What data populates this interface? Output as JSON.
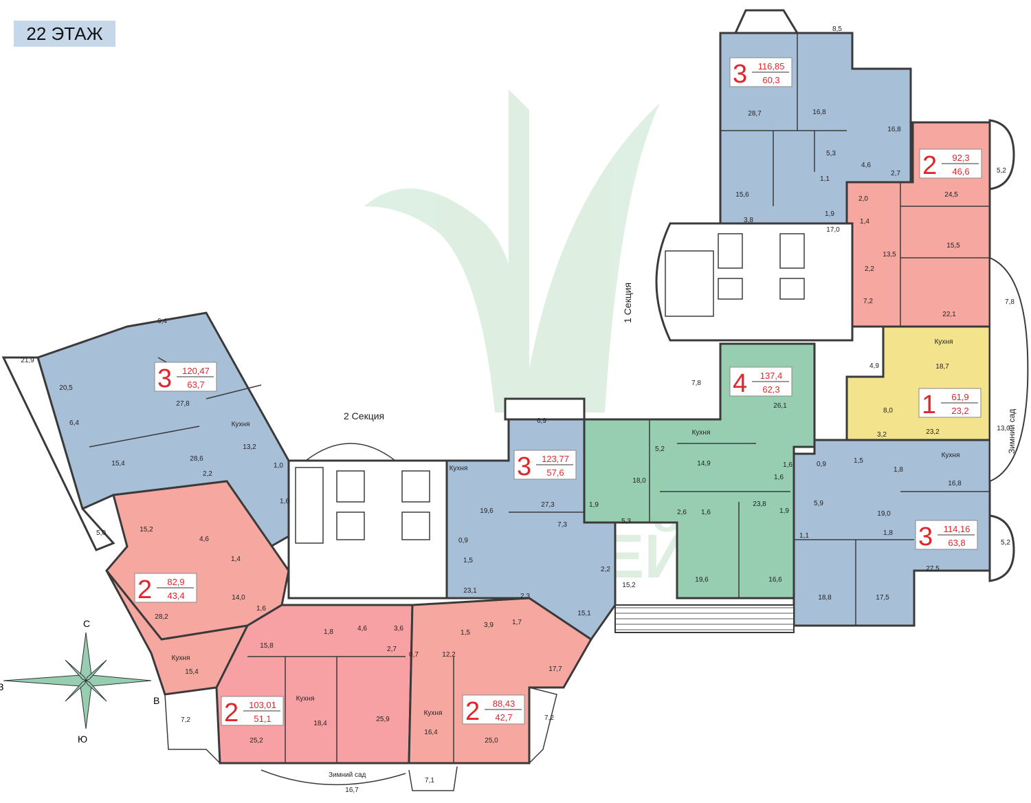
{
  "floor_label": "22 ЭТАЖ",
  "colors": {
    "blue": "#a8bfd8",
    "salmon": "#f6a8a0",
    "pink": "#f7a1a5",
    "green": "#97cdb0",
    "yellow": "#f3e38c",
    "wall": "#3a3a3a",
    "accent_red": "#e0262b",
    "watermark": "#d3ead9"
  },
  "sections": {
    "s1": "1 Секция",
    "s2": "2 Секция"
  },
  "watermark_text": "СТИЛ-ЭСТЕЙТ",
  "winter_garden": "Зимний сад",
  "compass": {
    "n": "С",
    "s": "Ю",
    "e": "В",
    "w": "З"
  },
  "apartments": [
    {
      "id": "a1",
      "rooms": "3",
      "total": "116,85",
      "living": "60,3"
    },
    {
      "id": "a2",
      "rooms": "2",
      "total": "92,3",
      "living": "46,6"
    },
    {
      "id": "a3",
      "rooms": "1",
      "total": "61,9",
      "living": "23,2"
    },
    {
      "id": "a4",
      "rooms": "3",
      "total": "114,16",
      "living": "63,8"
    },
    {
      "id": "a5",
      "rooms": "4",
      "total": "137,4",
      "living": "62,3"
    },
    {
      "id": "a6",
      "rooms": "3",
      "total": "123,77",
      "living": "57,6"
    },
    {
      "id": "a7",
      "rooms": "3",
      "total": "120,47",
      "living": "63,7"
    },
    {
      "id": "a8",
      "rooms": "2",
      "total": "82,9",
      "living": "43,4"
    },
    {
      "id": "a9",
      "rooms": "2",
      "total": "103,01",
      "living": "51,1"
    },
    {
      "id": "a10",
      "rooms": "2",
      "total": "88,43",
      "living": "42,7"
    }
  ],
  "room_labels": [
    {
      "t": "8,5"
    },
    {
      "t": "28,7"
    },
    {
      "t": "16,8"
    },
    {
      "t": "16,8"
    },
    {
      "t": "5,3"
    },
    {
      "t": "4,6"
    },
    {
      "t": "2,7"
    },
    {
      "t": "1,1"
    },
    {
      "t": "15,6"
    },
    {
      "t": "3,8"
    },
    {
      "t": "1,9"
    },
    {
      "t": "17,0"
    },
    {
      "t": "2,0"
    },
    {
      "t": "24,5"
    },
    {
      "t": "1,4"
    },
    {
      "t": "15,5"
    },
    {
      "t": "13,5"
    },
    {
      "t": "2,2"
    },
    {
      "t": "7,2"
    },
    {
      "t": "22,1"
    },
    {
      "t": "5,2"
    },
    {
      "t": "7,8"
    },
    {
      "t": "Кухня"
    },
    {
      "t": "18,7"
    },
    {
      "t": "4,9"
    },
    {
      "t": "8,0"
    },
    {
      "t": "3,2"
    },
    {
      "t": "23,2"
    },
    {
      "t": "13,0"
    },
    {
      "t": "26,1"
    },
    {
      "t": "7,8"
    },
    {
      "t": "Кухня"
    },
    {
      "t": "5,2"
    },
    {
      "t": "14,9"
    },
    {
      "t": "18,0"
    },
    {
      "t": "1,6"
    },
    {
      "t": "1,6"
    },
    {
      "t": "0,9"
    },
    {
      "t": "1,5"
    },
    {
      "t": "1,8"
    },
    {
      "t": "Кухня"
    },
    {
      "t": "16,8"
    },
    {
      "t": "5,9"
    },
    {
      "t": "19,0"
    },
    {
      "t": "1,8"
    },
    {
      "t": "23,8"
    },
    {
      "t": "1,9"
    },
    {
      "t": "2,6"
    },
    {
      "t": "1,6"
    },
    {
      "t": "1,1"
    },
    {
      "t": "27,5"
    },
    {
      "t": "5,2"
    },
    {
      "t": "19,6"
    },
    {
      "t": "16,6"
    },
    {
      "t": "18,8"
    },
    {
      "t": "17,5"
    },
    {
      "t": "6,9"
    },
    {
      "t": "27,3"
    },
    {
      "t": "1,9"
    },
    {
      "t": "5,3"
    },
    {
      "t": "Кухня"
    },
    {
      "t": "19,6"
    },
    {
      "t": "0,9"
    },
    {
      "t": "1,5"
    },
    {
      "t": "7,3"
    },
    {
      "t": "2,2"
    },
    {
      "t": "23,1"
    },
    {
      "t": "2,3"
    },
    {
      "t": "15,2"
    },
    {
      "t": "15,1"
    },
    {
      "t": "6,4"
    },
    {
      "t": "21,9"
    },
    {
      "t": "20,5"
    },
    {
      "t": "27,8"
    },
    {
      "t": "6,4"
    },
    {
      "t": "Кухня"
    },
    {
      "t": "13,2"
    },
    {
      "t": "15,4"
    },
    {
      "t": "28,6"
    },
    {
      "t": "2,2"
    },
    {
      "t": "1,0"
    },
    {
      "t": "1,6"
    },
    {
      "t": "5,0"
    },
    {
      "t": "15,2"
    },
    {
      "t": "4,6"
    },
    {
      "t": "1,4"
    },
    {
      "t": "14,0"
    },
    {
      "t": "1,6"
    },
    {
      "t": "28,2"
    },
    {
      "t": "Кухня"
    },
    {
      "t": "15,4"
    },
    {
      "t": "15,8"
    },
    {
      "t": "1,8"
    },
    {
      "t": "4,6"
    },
    {
      "t": "3,6"
    },
    {
      "t": "2,7"
    },
    {
      "t": "0,7"
    },
    {
      "t": "12,2"
    },
    {
      "t": "1,5"
    },
    {
      "t": "3,9"
    },
    {
      "t": "1,7"
    },
    {
      "t": "17,7"
    },
    {
      "t": "Кухня"
    },
    {
      "t": "18,4"
    },
    {
      "t": "25,9"
    },
    {
      "t": "Кухня"
    },
    {
      "t": "16,4"
    },
    {
      "t": "25,2"
    },
    {
      "t": "25,0"
    },
    {
      "t": "7,2"
    },
    {
      "t": "7,2"
    },
    {
      "t": "16,7"
    },
    {
      "t": "7,1"
    }
  ]
}
